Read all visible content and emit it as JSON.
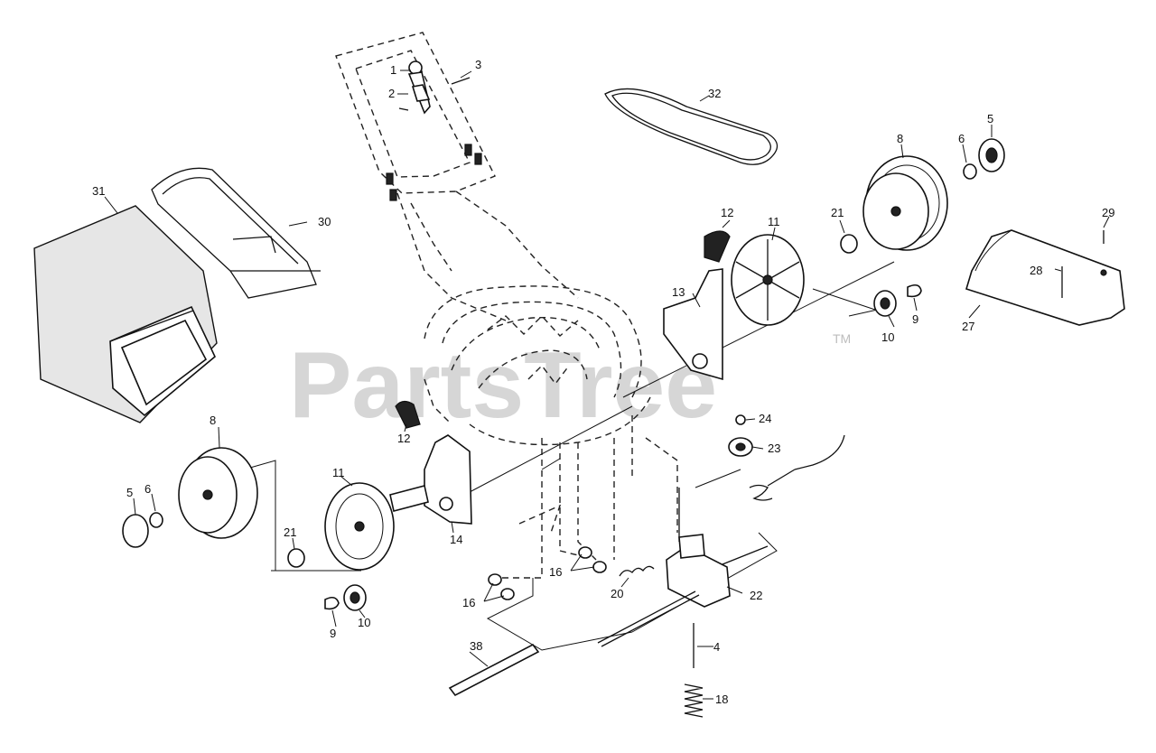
{
  "watermark": {
    "text": "PartsTree",
    "trademark": "TM"
  },
  "callouts": {
    "c1": "1",
    "c2": "2",
    "c3": "3",
    "c4": "4",
    "c5a": "5",
    "c5b": "5",
    "c6a": "6",
    "c6b": "6",
    "c8a": "8",
    "c8b": "8",
    "c9a": "9",
    "c9b": "9",
    "c10a": "10",
    "c10b": "10",
    "c11a": "11",
    "c11b": "11",
    "c12a": "12",
    "c12b": "12",
    "c13": "13",
    "c14": "14",
    "c16a": "16",
    "c16b": "16",
    "c18": "18",
    "c20": "20",
    "c21a": "21",
    "c21b": "21",
    "c22": "22",
    "c23": "23",
    "c24": "24",
    "c27": "27",
    "c28": "28",
    "c29": "29",
    "c30": "30",
    "c31": "31",
    "c32": "32",
    "c38": "38"
  }
}
